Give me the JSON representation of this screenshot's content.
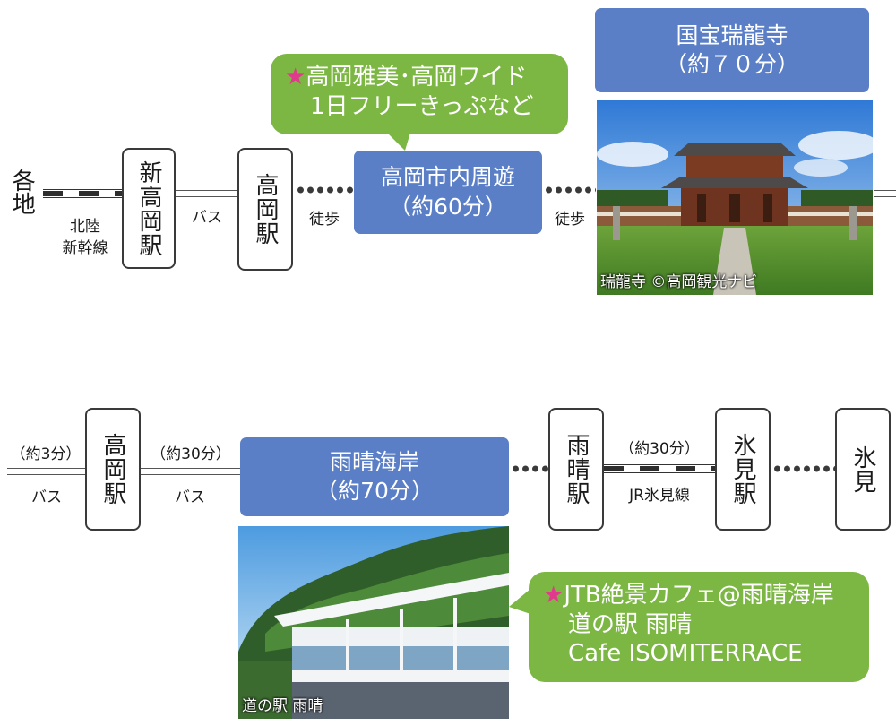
{
  "colors": {
    "accent_blue": "#5b7fc7",
    "accent_green": "#7cb743",
    "star_pink": "#e03a8c"
  },
  "route1": {
    "origin": "各地",
    "shinkansen_label_1": "北陸",
    "shinkansen_label_2": "新幹線",
    "station_shin_takaoka": "新高岡駅",
    "bus_label": "バス",
    "station_takaoka": "高岡駅",
    "walk_label_1": "徒歩",
    "stop_city": {
      "title": "高岡市内周遊",
      "time": "（約60分）"
    },
    "walk_label_2": "徒歩",
    "stop_zuiryuji": {
      "title": "国宝瑞龍寺",
      "time": "（約７０分）"
    },
    "ticket_callout": {
      "star": "★",
      "line1": "高岡雅美･高岡ワイド",
      "line2": "1日フリーきっぷなど"
    },
    "photo_caption": "瑞龍寺 ©高岡観光ナビ"
  },
  "route2": {
    "left_time": "（約3分）",
    "left_mode": "バス",
    "station_takaoka": "高岡駅",
    "bus_time": "（約30分）",
    "bus_mode": "バス",
    "stop_amaharashi": {
      "title": "雨晴海岸",
      "time": "（約70分）"
    },
    "station_amaharashi": "雨晴駅",
    "rail_time": "（約30分）",
    "rail_label": "JR氷見線",
    "station_himi": "氷見駅",
    "destination": "氷見",
    "cafe_callout": {
      "star": "★",
      "line1": "JTB絶景カフェ@雨晴海岸",
      "line2": "道の駅 雨晴",
      "line3": "Cafe ISOMITERRACE"
    },
    "photo_caption": "道の駅 雨晴"
  }
}
